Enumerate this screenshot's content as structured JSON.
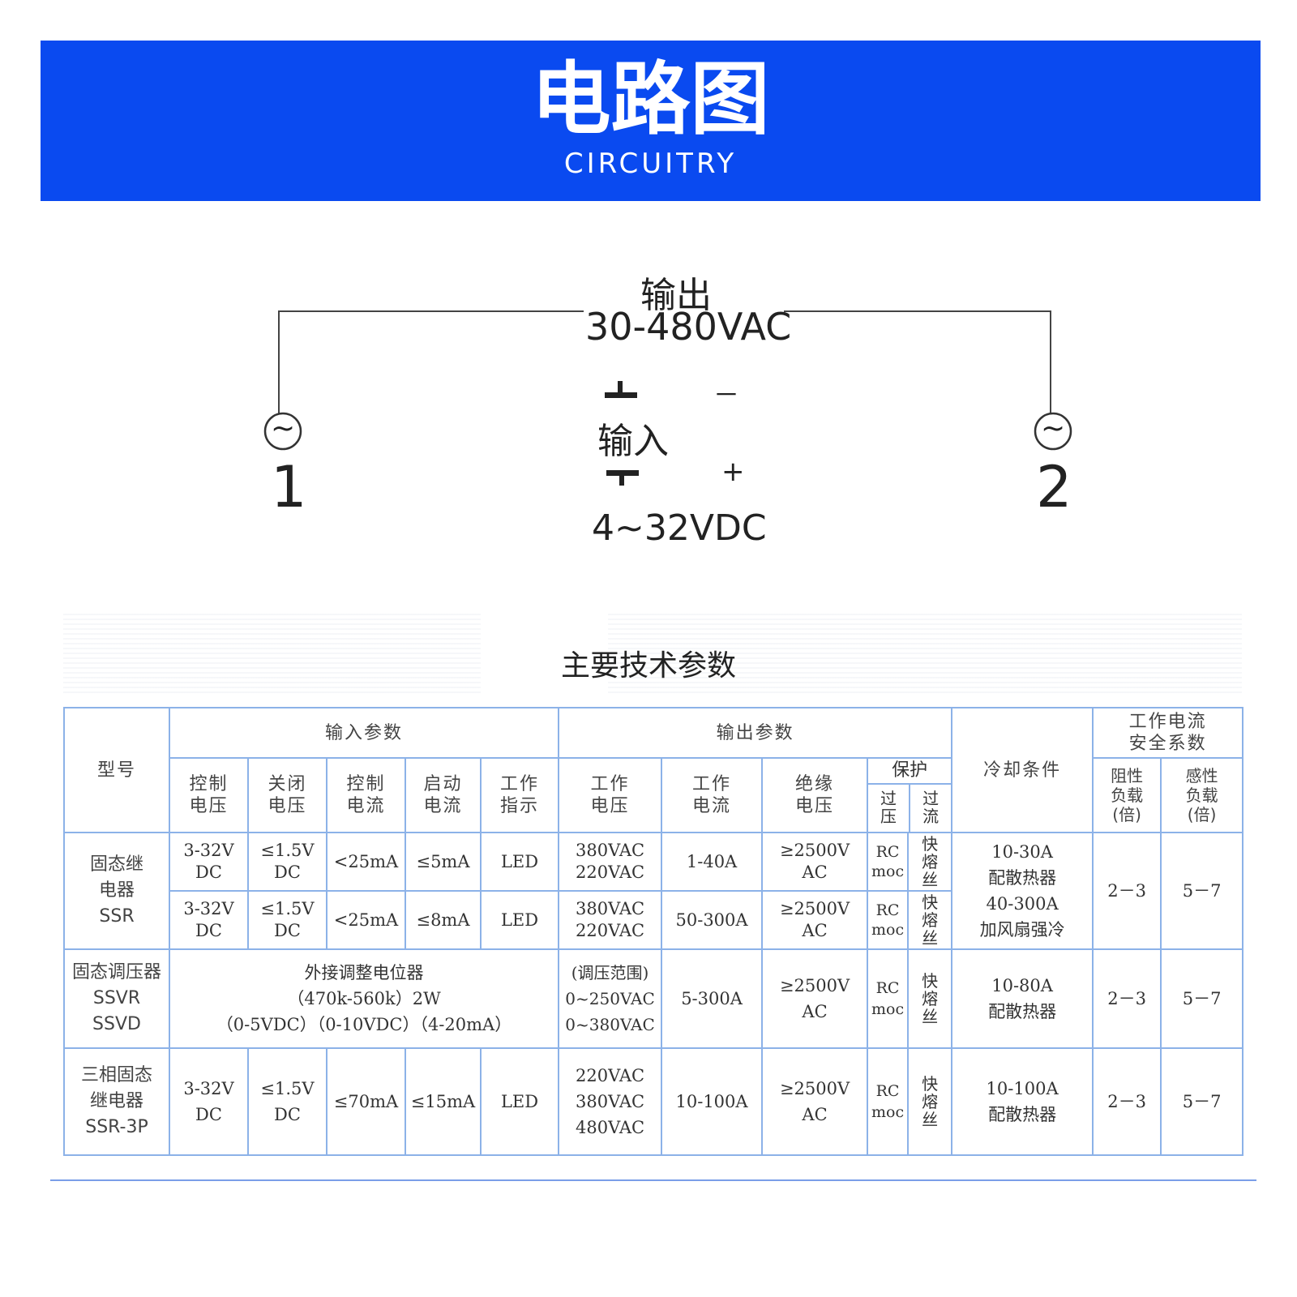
{
  "banner": {
    "title": "电路图",
    "subtitle": "CIRCUITRY"
  },
  "diagram": {
    "output_label": "输出",
    "output_voltage": "30-480VAC",
    "input_label": "输入",
    "input_voltage": "4~32VDC",
    "minus": "－",
    "plus": "+",
    "terminal_1": "1",
    "terminal_2": "2",
    "tilde": "~"
  },
  "table": {
    "title": "主要技术参数",
    "headers": {
      "model": "型号",
      "input_params": "输入参数",
      "output_params": "输出参数",
      "cooling": "冷却条件",
      "safety": "工作电流\n安全系数",
      "control_voltage": "控制\n电压",
      "off_voltage": "关闭\n电压",
      "control_current": "控制\n电流",
      "start_current": "启动\n电流",
      "indicator": "工作\n指示",
      "work_voltage": "工作\n电压",
      "work_current": "工作\n电流",
      "insulation_voltage": "绝缘\n电压",
      "protection": "保护",
      "overvoltage": "过\n压",
      "overcurrent": "过\n流",
      "resistive": "阻性\n负载\n(倍)",
      "inductive": "感性\n负载\n(倍)"
    },
    "rows": {
      "ssr_model": "固态继\n电器\nSSR",
      "ssr_a": {
        "cv": "3-32V\nDC",
        "ov": "≤1.5V\nDC",
        "cc": "<25mA",
        "sc": "≤5mA",
        "ind": "LED",
        "wv": "380VAC\n220VAC",
        "wc": "1-40A",
        "iv": "≥2500V\nAC",
        "ovp": "RC\nmoc",
        "ocp": "快\n熔\n丝"
      },
      "ssr_b": {
        "cv": "3-32V\nDC",
        "ov": "≤1.5V\nDC",
        "cc": "<25mA",
        "sc": "≤8mA",
        "ind": "LED",
        "wv": "380VAC\n220VAC",
        "wc": "50-300A",
        "iv": "≥2500V\nAC",
        "ovp": "RC\nmoc",
        "ocp": "快\n熔\n丝"
      },
      "ssr_cooling": "10-30A\n配散热器\n40-300A\n加风扇强冷",
      "ssr_res": "2－3",
      "ssr_ind": "5－7",
      "ssvr_model": "固态调压器\nSSVR\nSSVD",
      "ssvr_input": "外接调整电位器\n（470k-560k）2W\n（0-5VDC）（0-10VDC）（4-20mA）",
      "ssvr_wv": "(调压范围)\n0~250VAC\n0~380VAC",
      "ssvr_wc": "5-300A",
      "ssvr_iv": "≥2500V\nAC",
      "ssvr_ovp": "RC\nmoc",
      "ssvr_ocp": "快\n熔\n丝",
      "ssvr_cooling": "10-80A\n配散热器",
      "ssvr_res": "2－3",
      "ssvr_ind": "5－7",
      "ssr3p_model": "三相固态\n继电器\nSSR-3P",
      "ssr3p": {
        "cv": "3-32V\nDC",
        "ov": "≤1.5V\nDC",
        "cc": "≤70mA",
        "sc": "≤15mA",
        "ind": "LED",
        "wv": "220VAC\n380VAC\n480VAC",
        "wc": "10-100A",
        "iv": "≥2500V\nAC",
        "ovp": "RC\nmoc",
        "ocp": "快\n熔\n丝"
      },
      "ssr3p_cooling": "10-100A\n配散热器",
      "ssr3p_res": "2－3",
      "ssr3p_ind": "5－7"
    }
  }
}
